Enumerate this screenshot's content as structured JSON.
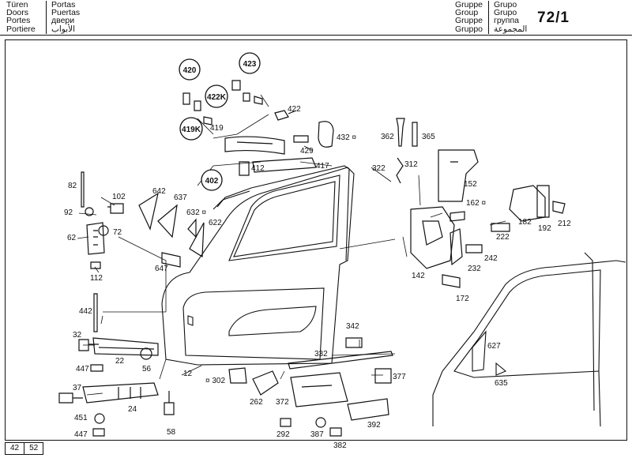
{
  "header": {
    "left_de": "Türen",
    "left_en": "Doors",
    "left_fr": "Portes",
    "left_it": "Portiere",
    "left_es": "Portas",
    "left_pt": "Puertas",
    "left_ru": "двери",
    "left_ar": "الأبواب",
    "right_de": "Gruppe",
    "right_en": "Group",
    "right_fr": "Gruppe",
    "right_it": "Gruppo",
    "right_es": "Grupo",
    "right_pt": "Grupo",
    "right_ru": "группа",
    "right_ar": "المجموعة",
    "group_number": "72/1"
  },
  "footer": {
    "page_a": "42",
    "page_b": "52"
  },
  "callouts": {
    "c420": "420",
    "c423": "423",
    "c422k": "422K",
    "c419k": "419K",
    "c402": "402"
  },
  "labels": {
    "l422": "422",
    "l419": "419",
    "l429": "429",
    "l432": "432 ¤",
    "l412": "412",
    "l417": "417",
    "l362": "362",
    "l365": "365",
    "l322": "322",
    "l312": "312",
    "l152": "152",
    "l162": "162 ¤",
    "l182": "182",
    "l192": "192",
    "l212": "212",
    "l222": "222",
    "l242": "242",
    "l232": "232",
    "l142": "142",
    "l172": "172",
    "l82": "82",
    "l102": "102",
    "l92": "92",
    "l72": "72",
    "l62": "62",
    "l112": "112",
    "l642": "642",
    "l637": "637",
    "l632": "632 ¤",
    "l622": "622",
    "l647": "647",
    "l442": "442",
    "l32": "32",
    "l22": "22",
    "l447a": "447",
    "l56": "56",
    "l12": "12",
    "l37": "37",
    "l24": "24",
    "l451": "451",
    "l447b": "447",
    "l58": "58",
    "l302": "¤ 302",
    "l262": "262",
    "l372": "372",
    "l292": "292",
    "l332": "332",
    "l342": "342",
    "l377": "377",
    "l387": "387",
    "l382": "382",
    "l392": "392",
    "l627": "627",
    "l635": "635"
  }
}
